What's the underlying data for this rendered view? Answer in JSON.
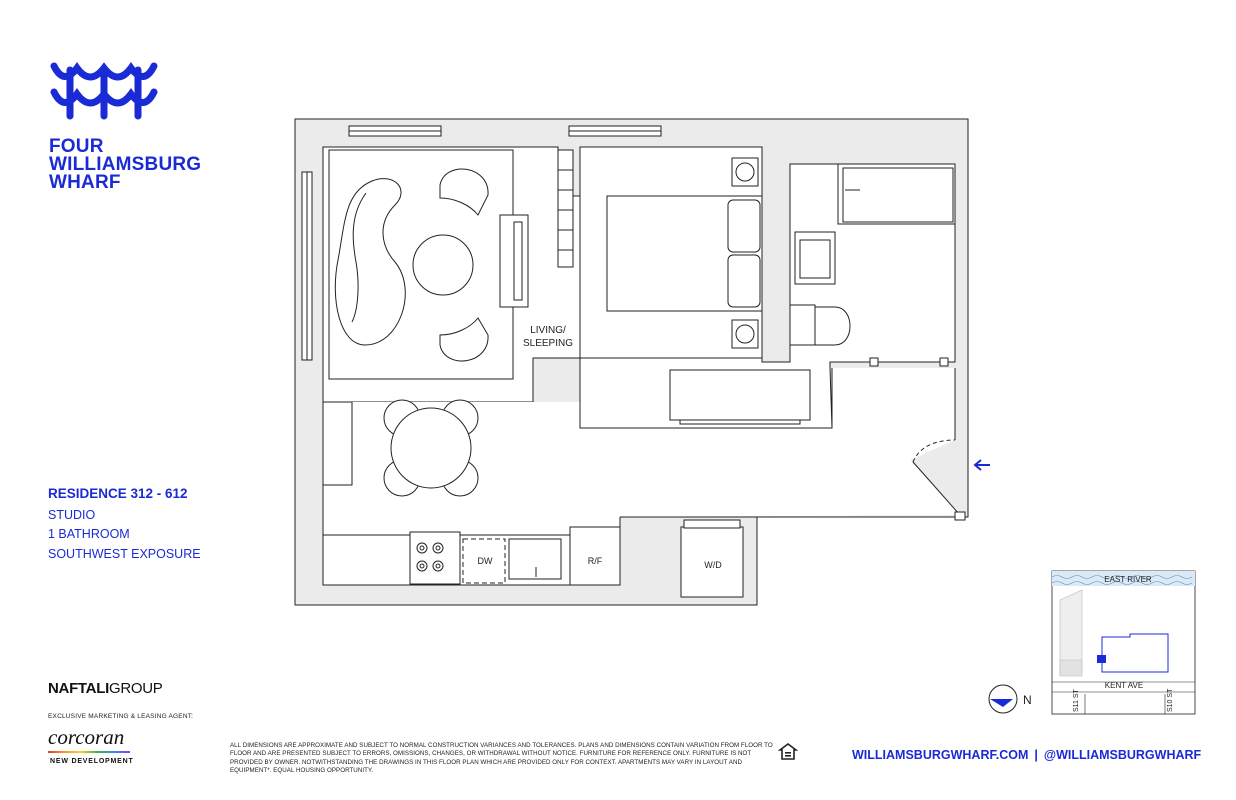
{
  "brand": {
    "name_lines": [
      "FOUR",
      "WILLIAMSBURG",
      "WHARF"
    ],
    "accent_color": "#1a2bd6",
    "logo_icon": "wave-w-logo-icon"
  },
  "residence": {
    "title": "RESIDENCE 312 - 612",
    "type": "STUDIO",
    "bathrooms": "1 BATHROOM",
    "exposure": "SOUTHWEST EXPOSURE"
  },
  "floorplan": {
    "room_label_line1": "LIVING/",
    "room_label_line2": "SLEEPING",
    "dishwasher_label": "DW",
    "fridge_label": "R/F",
    "washer_dryer_label": "W/D"
  },
  "keyplan": {
    "river_label": "EAST RIVER",
    "avenue_label": "KENT AVE",
    "street_left_label": "S11 ST",
    "street_right_label": "S10 ST",
    "north_label": "N"
  },
  "footer": {
    "developer_bold": "NAFTALI",
    "developer_light": "GROUP",
    "leasing_label": "EXCLUSIVE MARKETING & LEASING AGENT:",
    "agent_name": "corcoran",
    "agent_sub": "NEW DEVELOPMENT",
    "disclaimer": "ALL DIMENSIONS ARE APPROXIMATE AND SUBJECT TO NORMAL CONSTRUCTION VARIANCES AND TOLERANCES. PLANS AND DIMENSIONS CONTAIN VARIATION FROM FLOOR TO FLOOR AND ARE PRESENTED SUBJECT TO ERRORS, OMISSIONS, CHANGES, OR WITHDRAWAL WITHOUT NOTICE. FURNITURE FOR REFERENCE ONLY. FURNITURE IS NOT PROVIDED BY OWNER. NOTWITHSTANDING THE DRAWINGS IN THIS FLOOR PLAN WHICH ARE PROVIDED ONLY FOR CONTEXT. APARTMENTS MAY VARY IN LAYOUT AND EQUIPMENT*. EQUAL HOUSING OPPORTUNITY.",
    "website": "WILLIAMSBURGWHARF.COM",
    "divider": "|",
    "social": "@WILLIAMSBURGWHARF",
    "eho_icon": "equal-housing-icon"
  }
}
